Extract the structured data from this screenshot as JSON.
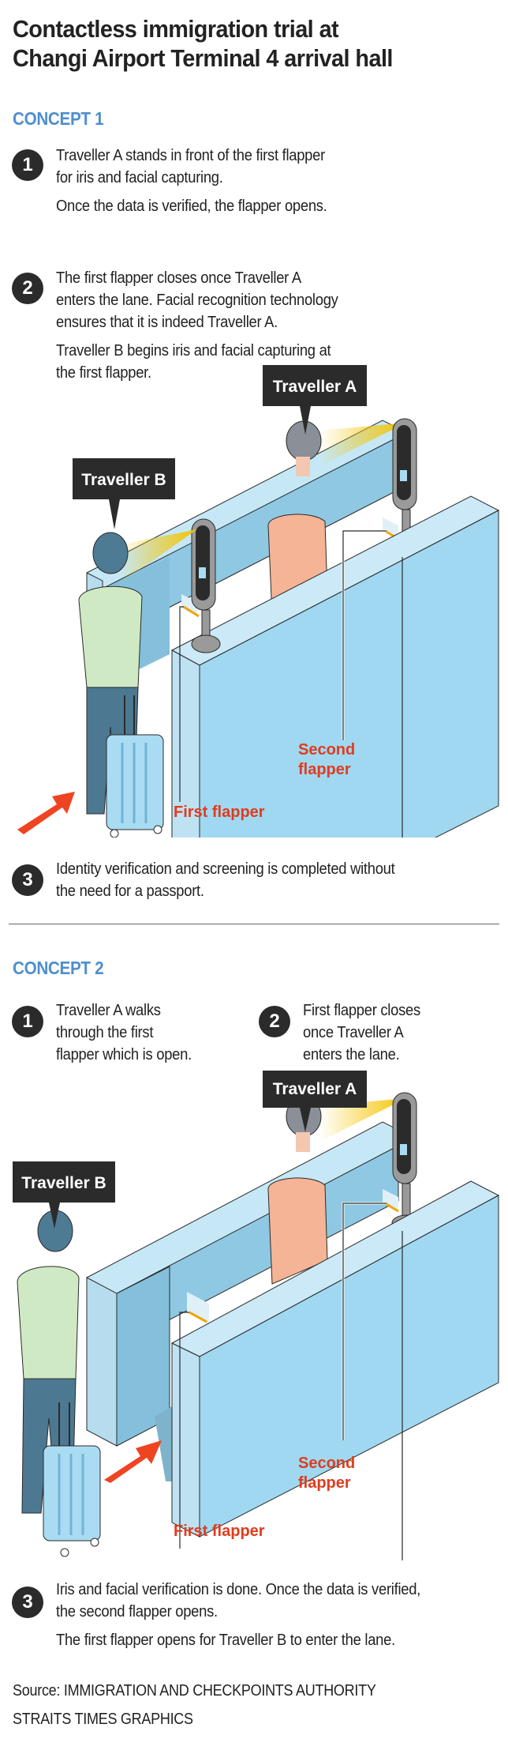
{
  "title": {
    "line1": "Contactless immigration trial at",
    "line2": "Changi Airport Terminal 4 arrival hall"
  },
  "colors": {
    "concept_heading": "#4f8fcd",
    "callout_label": "#e03c1e",
    "label_box": "#2b2b2b",
    "badge": "#2b2b2b",
    "lane_glass": "#a9dcf2",
    "scan_beam": "#f5c400",
    "direction_arrow": "#ee4422"
  },
  "concept1": {
    "heading": "CONCEPT 1",
    "steps": [
      {
        "number": "1",
        "lines": [
          "Traveller A stands in front of the first flapper",
          "for iris and facial capturing."
        ],
        "extra": [
          "Once the data is verified, the flapper opens."
        ]
      },
      {
        "number": "2",
        "lines": [
          "The first flapper closes once Traveller A",
          "enters the lane. Facial recognition technology",
          "ensures that it is indeed Traveller A."
        ],
        "extra": [
          "Traveller B begins iris and facial capturing at",
          "the first flapper."
        ]
      },
      {
        "number": "3",
        "lines": [
          "Identity verification and screening is completed without",
          "the need for a passport."
        ]
      }
    ],
    "illustration": {
      "traveller_a_label": "Traveller A",
      "traveller_b_label": "Traveller B",
      "first_flapper_label": "First flapper",
      "second_flapper_label_line1": "Second",
      "second_flapper_label_line2": "flapper"
    }
  },
  "concept2": {
    "heading": "CONCEPT 2",
    "steps": [
      {
        "number": "1",
        "lines": [
          "Traveller A walks",
          "through the first",
          "flapper which is open."
        ]
      },
      {
        "number": "2",
        "lines": [
          "First flapper closes",
          "once Traveller A",
          "enters the lane."
        ]
      },
      {
        "number": "3",
        "lines": [
          "Iris and facial verification is done. Once the data is verified,",
          "the second flapper opens."
        ],
        "extra": [
          "The first flapper opens for Traveller B to enter the lane."
        ]
      }
    ],
    "illustration": {
      "traveller_a_label": "Traveller A",
      "traveller_b_label": "Traveller B",
      "first_flapper_label": "First flapper",
      "second_flapper_label_line1": "Second",
      "second_flapper_label_line2": "flapper"
    }
  },
  "footer": {
    "source": "Source: IMMIGRATION AND CHECKPOINTS AUTHORITY",
    "credit": "STRAITS TIMES GRAPHICS"
  }
}
